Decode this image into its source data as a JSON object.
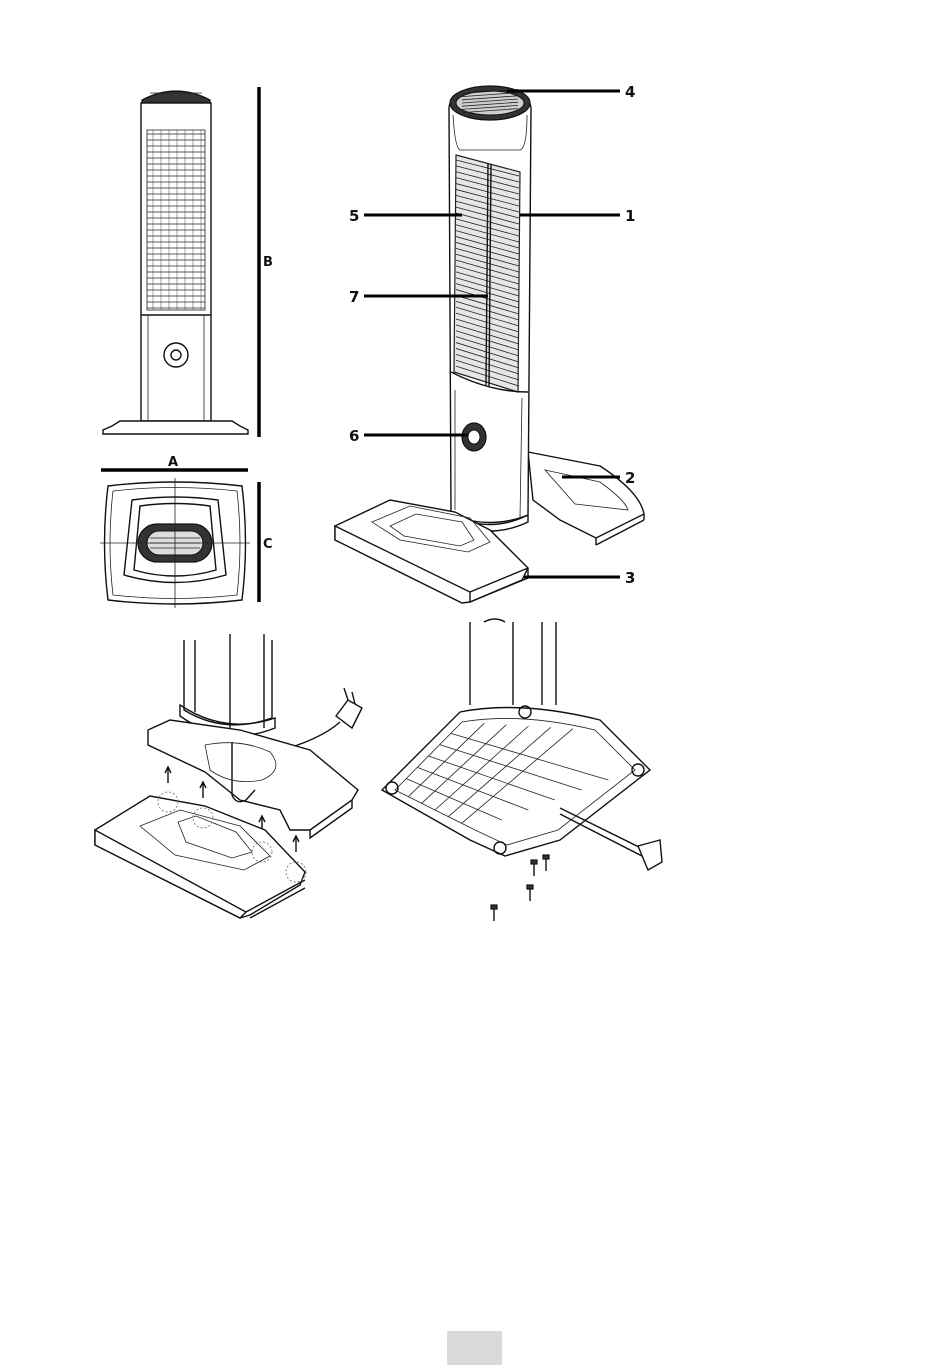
{
  "dimension_labels": {
    "width": "A",
    "height": "B",
    "depth": "C"
  },
  "callouts": [
    "1",
    "2",
    "3",
    "4",
    "5",
    "6",
    "7"
  ],
  "page_number": "",
  "colors": {
    "line": "#111111",
    "page_tab": "#d9d9d9"
  }
}
